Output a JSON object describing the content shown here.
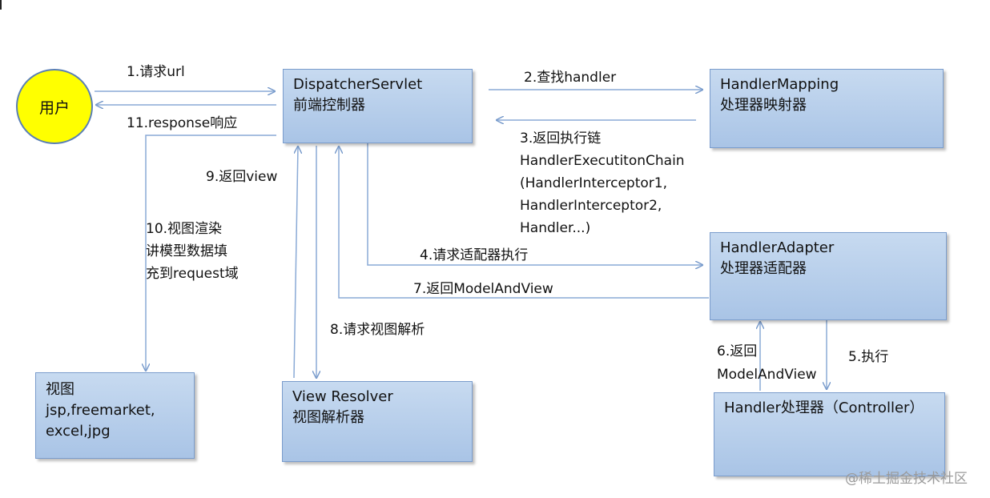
{
  "nodes": {
    "user": "用户",
    "dispatcher": [
      "DispatcherServlet",
      "前端控制器"
    ],
    "handler_mapping": [
      "HandlerMapping",
      "处理器映射器"
    ],
    "handler_adapter": [
      "HandlerAdapter",
      "处理器适配器"
    ],
    "view": [
      "视图",
      "jsp,freemarket,",
      "excel,jpg"
    ],
    "view_resolver": [
      "View Resolver",
      "视图解析器"
    ],
    "handler": "Handler处理器（Controller）"
  },
  "edges": {
    "e1": "1.请求url",
    "e2": "2.查找handler",
    "e3": [
      "3.返回执行链",
      "HandlerExecutitonChain",
      "(HandlerInterceptor1,",
      "HandlerInterceptor2,",
      "Handler...)"
    ],
    "e4": "4.请求适配器执行",
    "e5": "5.执行",
    "e6": [
      "6.返回",
      "ModelAndView"
    ],
    "e7": "7.返回ModelAndView",
    "e8": "8.请求视图解析",
    "e9": "9.返回view",
    "e10": [
      "10.视图渲染",
      "讲模型数据填",
      "充到request域"
    ],
    "e11": "11.response响应"
  },
  "watermark": "@稀土掘金技术社区",
  "colors": {
    "box_fill": "#b8cfeb",
    "box_border": "#7a9ccc",
    "arrow": "#8aaad6",
    "user_fill": "#ffff00"
  }
}
